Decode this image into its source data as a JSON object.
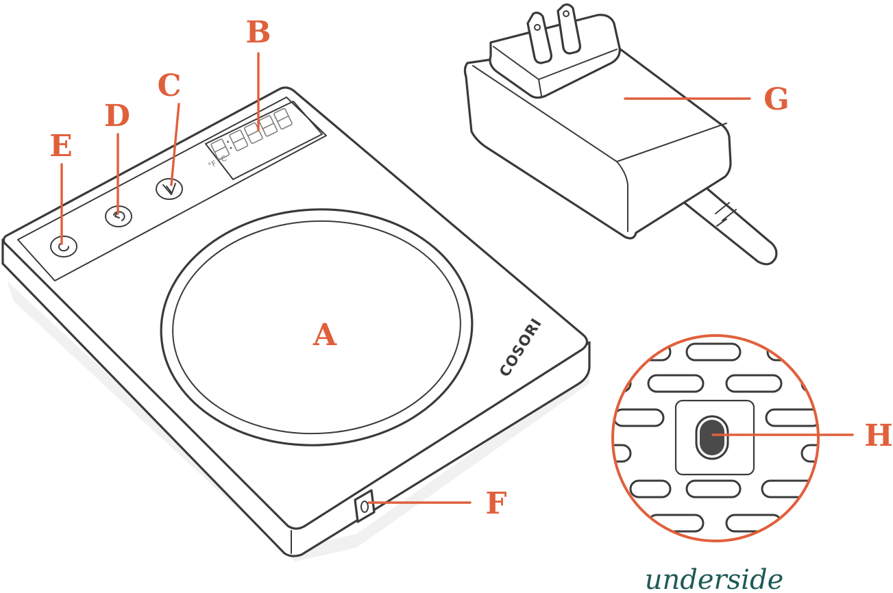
{
  "labels": {
    "a": "A",
    "b": "B",
    "c": "C",
    "d": "D",
    "e": "E",
    "f": "F",
    "g": "G",
    "h": "H"
  },
  "brand": "COSORI",
  "display_unit": "°F °C",
  "caption": "underside",
  "colors": {
    "callout": "#e0603c",
    "line": "#3a3a3a",
    "caption": "#1e5a57"
  }
}
